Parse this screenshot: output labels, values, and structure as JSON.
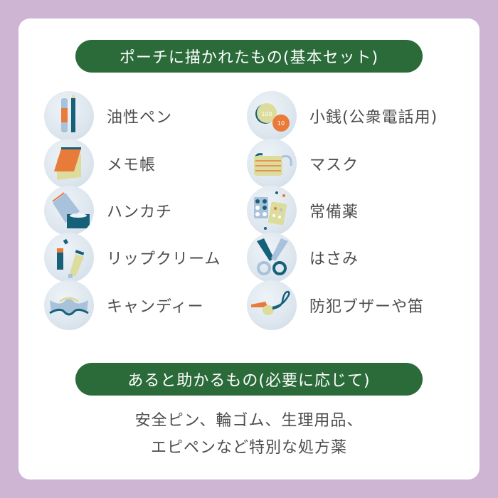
{
  "colors": {
    "page_background": "#cdb5d3",
    "card_background": "#ffffff",
    "pill_background": "#2b6b3a",
    "pill_text": "#ffffff",
    "body_text": "#4d4d4d",
    "icon_circle": "#dde6ee",
    "accent_orange": "#e87a3a",
    "accent_teal": "#17607a",
    "accent_lightblue": "#a9c2dc",
    "accent_yellow": "#dcdc9c"
  },
  "section_basic": {
    "heading": "ポーチに描かれたもの(基本セット)",
    "items": [
      {
        "label": "油性ペン",
        "icon": "oil-pen-icon"
      },
      {
        "label": "メモ帳",
        "icon": "memo-pad-icon"
      },
      {
        "label": "ハンカチ",
        "icon": "handkerchief-icon"
      },
      {
        "label": "リップクリーム",
        "icon": "lip-balm-icon"
      },
      {
        "label": "キャンディー",
        "icon": "candy-icon"
      },
      {
        "label": "小銭(公衆電話用)",
        "icon": "coins-icon"
      },
      {
        "label": "マスク",
        "icon": "mask-icon"
      },
      {
        "label": "常備薬",
        "icon": "medicine-icon"
      },
      {
        "label": "はさみ",
        "icon": "scissors-icon"
      },
      {
        "label": "防犯ブザーや笛",
        "icon": "whistle-icon"
      }
    ]
  },
  "section_optional": {
    "heading": "あると助かるもの(必要に応じて)",
    "lines": [
      "安全ピン、輪ゴム、生理用品、",
      "エピペンなど特別な処方薬"
    ]
  }
}
